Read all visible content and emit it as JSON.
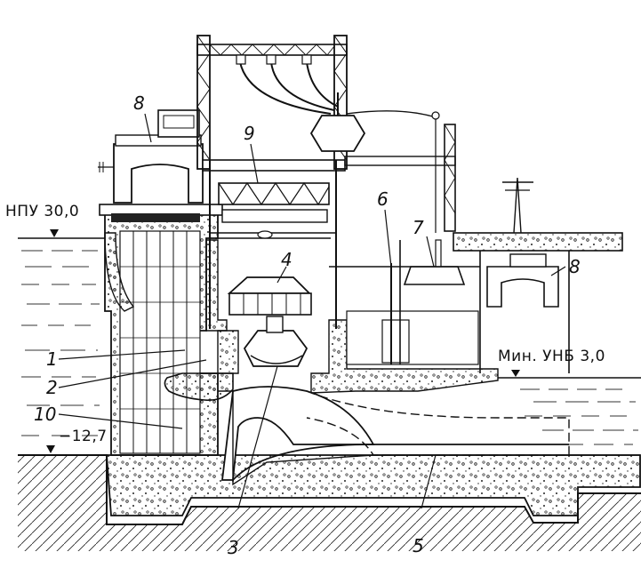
{
  "levels": {
    "npu": "НПУ 30,0",
    "min_unb": "Мин. УНБ 3,0",
    "bottom": "−12,7"
  },
  "callouts": {
    "n1": "1",
    "n2": "2",
    "n3": "3",
    "n4": "4",
    "n5": "5",
    "n6": "6",
    "n7": "7",
    "n8a": "8",
    "n8b": "8",
    "n9": "9",
    "n10": "10"
  },
  "colors": {
    "ink": "#1a1a1a",
    "water": "#3a3a3a",
    "concrete_fill": "#ffffff"
  }
}
